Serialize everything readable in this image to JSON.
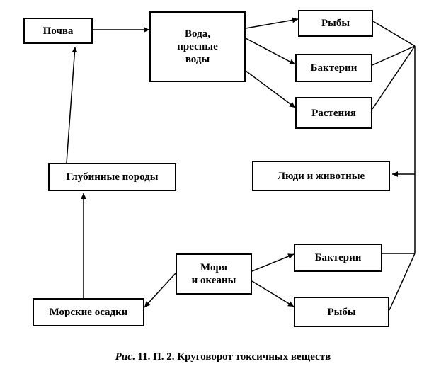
{
  "nodes": {
    "pochva": "Почва",
    "voda": "Вода,\nпресные\nводы",
    "ryby_top": "Рыбы",
    "bakterii_top": "Бактерии",
    "rasteniya": "Растения",
    "glubinnye": "Глубинные породы",
    "lyudi": "Люди и животные",
    "morya": "Моря\nи океаны",
    "bakterii_bottom": "Бактерии",
    "ryby_bottom": "Рыбы",
    "osadki": "Морские осадки"
  },
  "caption": {
    "prefix": "Рис",
    "text": ". 11. П. 2. Круговорот токсичных веществ"
  }
}
